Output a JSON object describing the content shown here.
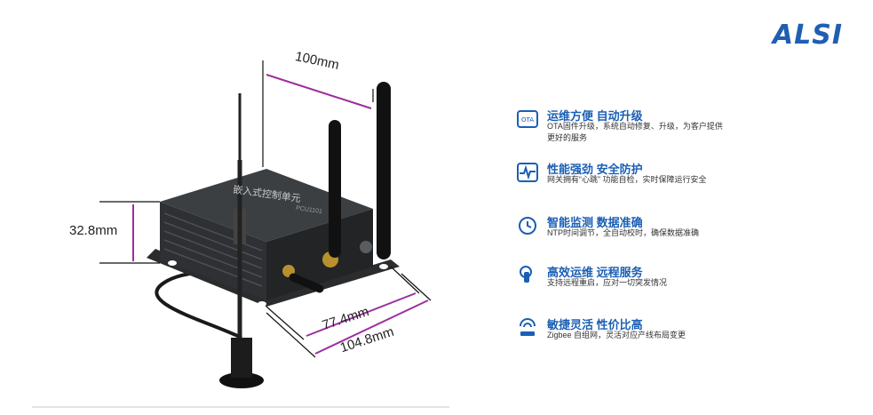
{
  "brand": "ALSI",
  "dimensions": {
    "width_top": "100mm",
    "height": "32.8mm",
    "depth_inner": "77.4mm",
    "depth_outer": "104.8mm"
  },
  "device": {
    "label_main": "嵌入式控制单元",
    "label_model": "PCU1101"
  },
  "features": [
    {
      "icon": "ota-icon",
      "title": "运维方便 自动升级",
      "desc": "OTA固件升级，系统自动修复、升级，为客户提供更好的服务"
    },
    {
      "icon": "heartbeat-icon",
      "title": "性能强劲 安全防护",
      "desc": "网关拥有“心跳” 功能自检，实时保障运行安全"
    },
    {
      "icon": "clock-icon",
      "title": "智能监测 数据准确",
      "desc": "NTP时间调节，全自动校时，确保数据准确"
    },
    {
      "icon": "remote-touch-icon",
      "title": "高效运维 远程服务",
      "desc": "支持远程重启，应对一切突发情况"
    },
    {
      "icon": "wireless-icon",
      "title": "敏捷灵活 性价比高",
      "desc": "Zigbee 自组网，灵活对应产线布局变更"
    }
  ]
}
